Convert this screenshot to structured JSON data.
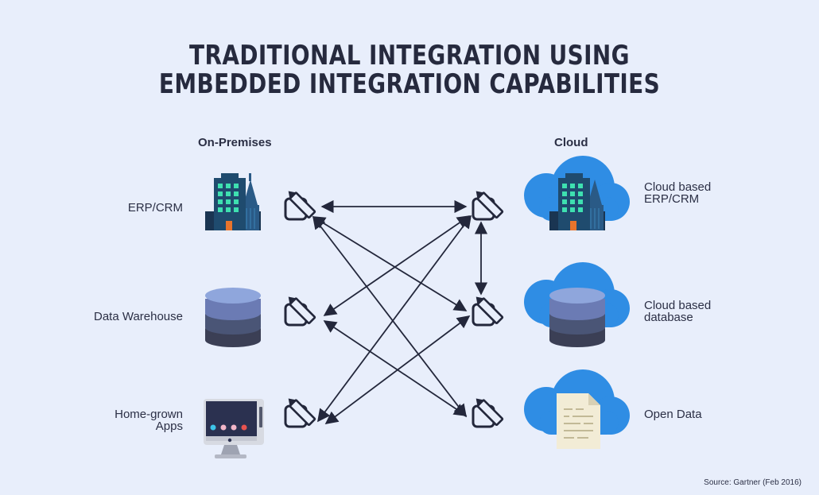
{
  "title": {
    "line1": "TRADITIONAL INTEGRATION USING",
    "line2": "EMBEDDED INTEGRATION CAPABILITIES"
  },
  "columns": {
    "on_premises": "On-Premises",
    "cloud": "Cloud"
  },
  "on_premises_items": [
    {
      "label": "ERP/CRM",
      "icon": "office-building-icon"
    },
    {
      "label": "Data Warehouse",
      "icon": "database-icon"
    },
    {
      "label": "Home-grown\nApps",
      "icon": "desktop-computer-icon"
    }
  ],
  "cloud_items": [
    {
      "label": "Cloud based\nERP/CRM",
      "icon": "cloud-building-icon"
    },
    {
      "label": "Cloud based\ndatabase",
      "icon": "cloud-database-icon"
    },
    {
      "label": "Open Data",
      "icon": "cloud-document-icon"
    }
  ],
  "connector_icon": "edit-pencil-icon",
  "source": "Source: Gartner (Feb 2016)",
  "colors": {
    "background": "#e8eefb",
    "cloud": "#2f8de4",
    "building": "#1f4b6e",
    "window": "#3ee0b0",
    "arrow": "#23273b"
  }
}
